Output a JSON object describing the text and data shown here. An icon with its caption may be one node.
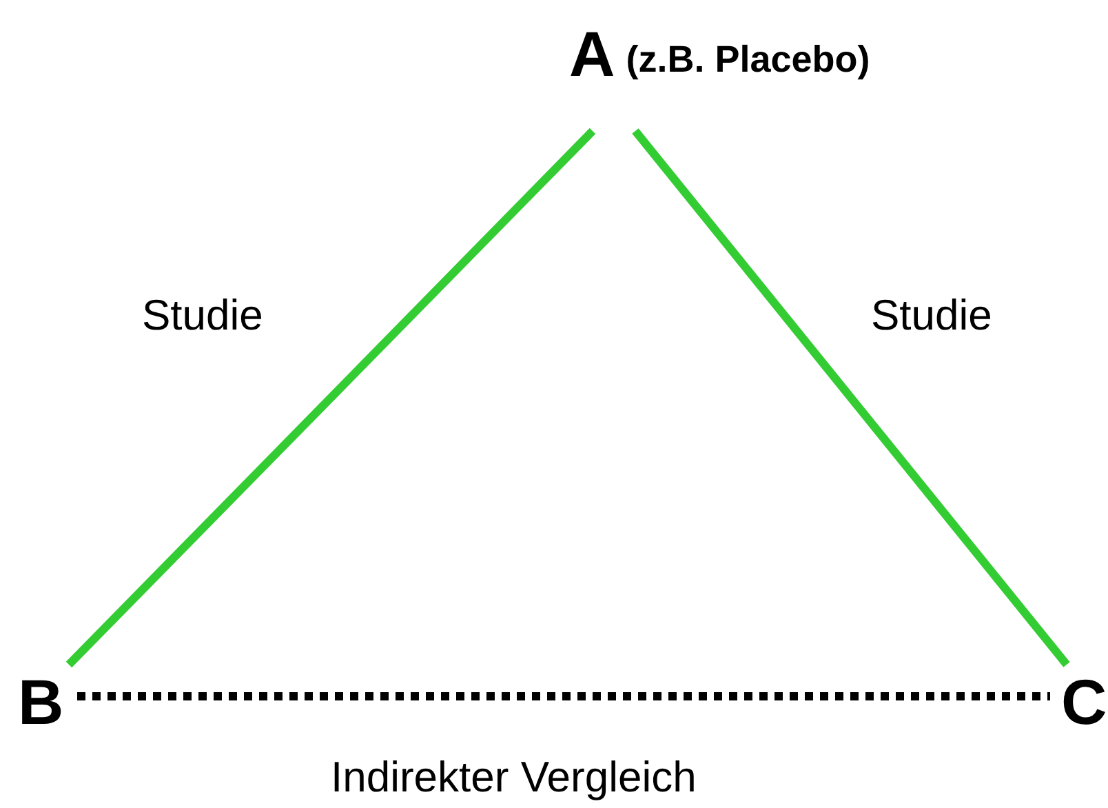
{
  "diagram": {
    "nodes": [
      {
        "text": [
          "A",
          "(z.B. Placebo)"
        ]
      },
      {
        "text": [
          "B"
        ]
      },
      {
        "text": [
          "C"
        ]
      }
    ],
    "edges": [
      {
        "from": 0,
        "to": 1,
        "arrow": "none",
        "label": "Studie"
      },
      {
        "from": 0,
        "to": 2,
        "arrow": "none",
        "label": "Studie"
      },
      {
        "from": 1,
        "to": 2,
        "arrow": "none",
        "label": "Indirekter Vergleich",
        "style": "dashed",
        "color": "#000000"
      }
    ]
  }
}
